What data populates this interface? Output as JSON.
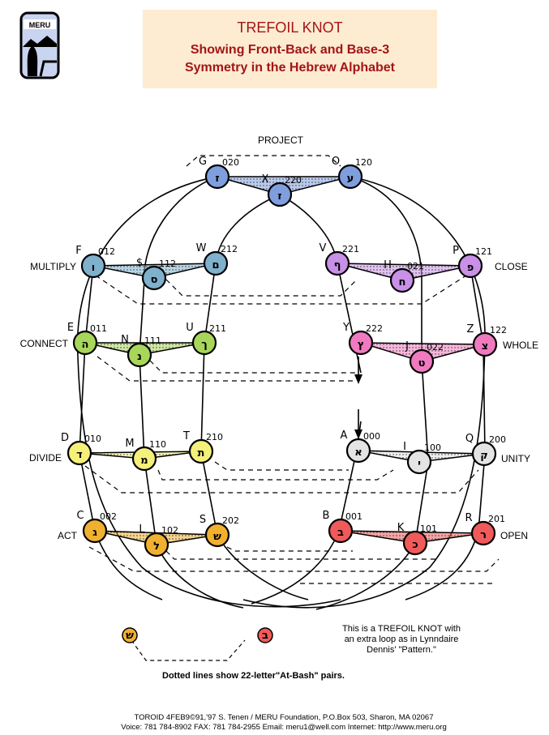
{
  "header": {
    "logo_text": "MERU",
    "title": "TREFOIL KNOT",
    "subtitle_line1": "Showing Front-Back and Base-3",
    "subtitle_line2": "Symmetry in the Hebrew Alphabet"
  },
  "colors": {
    "title_bg": "#fdebd2",
    "title_text": "#a31515",
    "top": "#7f9ede",
    "multiply": "#7fb0cc",
    "connect": "#a8d65a",
    "divide": "#f4f07a",
    "act": "#f0b030",
    "close": "#c890e6",
    "whole": "#f07ac0",
    "unity": "#e4e4e4",
    "open": "#f05a5a"
  },
  "functions": {
    "project": "PROJECT",
    "multiply": "MULTIPLY",
    "connect": "CONNECT",
    "divide": "DIVIDE",
    "act": "ACT",
    "close": "CLOSE",
    "whole": "WHOLE",
    "unity": "UNITY",
    "open": "OPEN"
  },
  "nodes": [
    {
      "id": "G",
      "code": "020",
      "glyph": "ז",
      "group": "top"
    },
    {
      "id": "O",
      "code": "120",
      "glyph": "ע",
      "group": "top"
    },
    {
      "id": "X",
      "code": "220",
      "glyph": "ז",
      "group": "top"
    },
    {
      "id": "F",
      "code": "012",
      "glyph": "ו",
      "group": "multiply"
    },
    {
      "id": "$",
      "code": "112",
      "glyph": "ס",
      "group": "multiply"
    },
    {
      "id": "W",
      "code": "212",
      "glyph": "ם",
      "group": "multiply"
    },
    {
      "id": "E",
      "code": "011",
      "glyph": "ה",
      "group": "connect"
    },
    {
      "id": "N",
      "code": "111",
      "glyph": "נ",
      "group": "connect"
    },
    {
      "id": "U",
      "code": "211",
      "glyph": "ך",
      "group": "connect"
    },
    {
      "id": "D",
      "code": "010",
      "glyph": "ד",
      "group": "divide"
    },
    {
      "id": "M",
      "code": "110",
      "glyph": "מ",
      "group": "divide"
    },
    {
      "id": "T",
      "code": "210",
      "glyph": "ת",
      "group": "divide"
    },
    {
      "id": "C",
      "code": "002",
      "glyph": "ג",
      "group": "act"
    },
    {
      "id": "L",
      "code": "102",
      "glyph": "ל",
      "group": "act"
    },
    {
      "id": "S",
      "code": "202",
      "glyph": "ש",
      "group": "act"
    },
    {
      "id": "V",
      "code": "221",
      "glyph": "ף",
      "group": "close"
    },
    {
      "id": "H",
      "code": "021",
      "glyph": "ח",
      "group": "close"
    },
    {
      "id": "P",
      "code": "121",
      "glyph": "פ",
      "group": "close"
    },
    {
      "id": "Y",
      "code": "222",
      "glyph": "ץ",
      "group": "whole"
    },
    {
      "id": "J",
      "code": "022",
      "glyph": "ט",
      "group": "whole"
    },
    {
      "id": "Z",
      "code": "122",
      "glyph": "צ",
      "group": "whole"
    },
    {
      "id": "A",
      "code": "000",
      "glyph": "א",
      "group": "unity"
    },
    {
      "id": "I",
      "code": "100",
      "glyph": "י",
      "group": "unity"
    },
    {
      "id": "Q",
      "code": "200",
      "glyph": "ק",
      "group": "unity"
    },
    {
      "id": "B",
      "code": "001",
      "glyph": "ב",
      "group": "open"
    },
    {
      "id": "K",
      "code": "101",
      "glyph": "כ",
      "group": "open"
    },
    {
      "id": "R",
      "code": "201",
      "glyph": "ר",
      "group": "open"
    }
  ],
  "legend": {
    "left_glyph": "ש",
    "right_glyph": "ב",
    "text": "Dotted lines show 22-letter\"At-Bash\" pairs."
  },
  "note": {
    "line1": "This is a TREFOIL KNOT with",
    "line2": "an extra loop as in Lynndaire",
    "line3": "Dennis' \"Pattern.\""
  },
  "footer": {
    "line1": "TOROID   4FEB9©91,'97 S. Tenen / MERU Foundation, P.O.Box 503, Sharon, MA 02067",
    "line2": "Voice: 781 784-8902   FAX: 781 784-2955    Email: meru1@well.com   Internet: http://www.meru.org"
  }
}
